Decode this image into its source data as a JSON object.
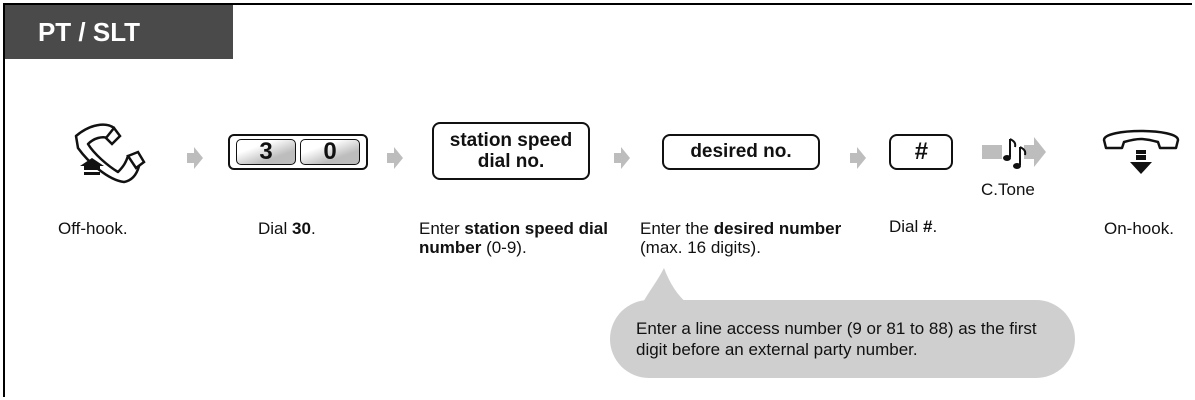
{
  "header": {
    "title": "PT / SLT"
  },
  "steps": {
    "s1": {
      "caption": "Off-hook."
    },
    "s2": {
      "digit1": "3",
      "digit2": "0",
      "caption_pre": "Dial ",
      "caption_bold": "30",
      "caption_post": "."
    },
    "s3": {
      "key_line1": "station speed",
      "key_line2": "dial no.",
      "caption_pre": "Enter ",
      "caption_bold": "station speed dial number",
      "caption_post": " (0-9)."
    },
    "s4": {
      "key": "desired no.",
      "caption_pre": "Enter the ",
      "caption_bold": "desired number",
      "caption_post": " (max. 16 digits)."
    },
    "s5": {
      "key": "#",
      "caption_pre": "Dial ",
      "caption_bold": "#",
      "caption_post": "."
    },
    "s6": {
      "tone_label": "C.Tone"
    },
    "s7": {
      "caption": "On-hook."
    }
  },
  "note": {
    "text": "Enter a line access number (9 or 81 to 88) as the first digit before an external party number."
  },
  "icons": [
    "off-hook-handset-icon",
    "arrow-right-icon",
    "confirmation-tone-icon",
    "on-hook-handset-icon"
  ],
  "colors": {
    "tab_bg": "#4a4a4a",
    "bubble_bg": "#cfcfcf",
    "arrow": "#bdbdbd"
  }
}
